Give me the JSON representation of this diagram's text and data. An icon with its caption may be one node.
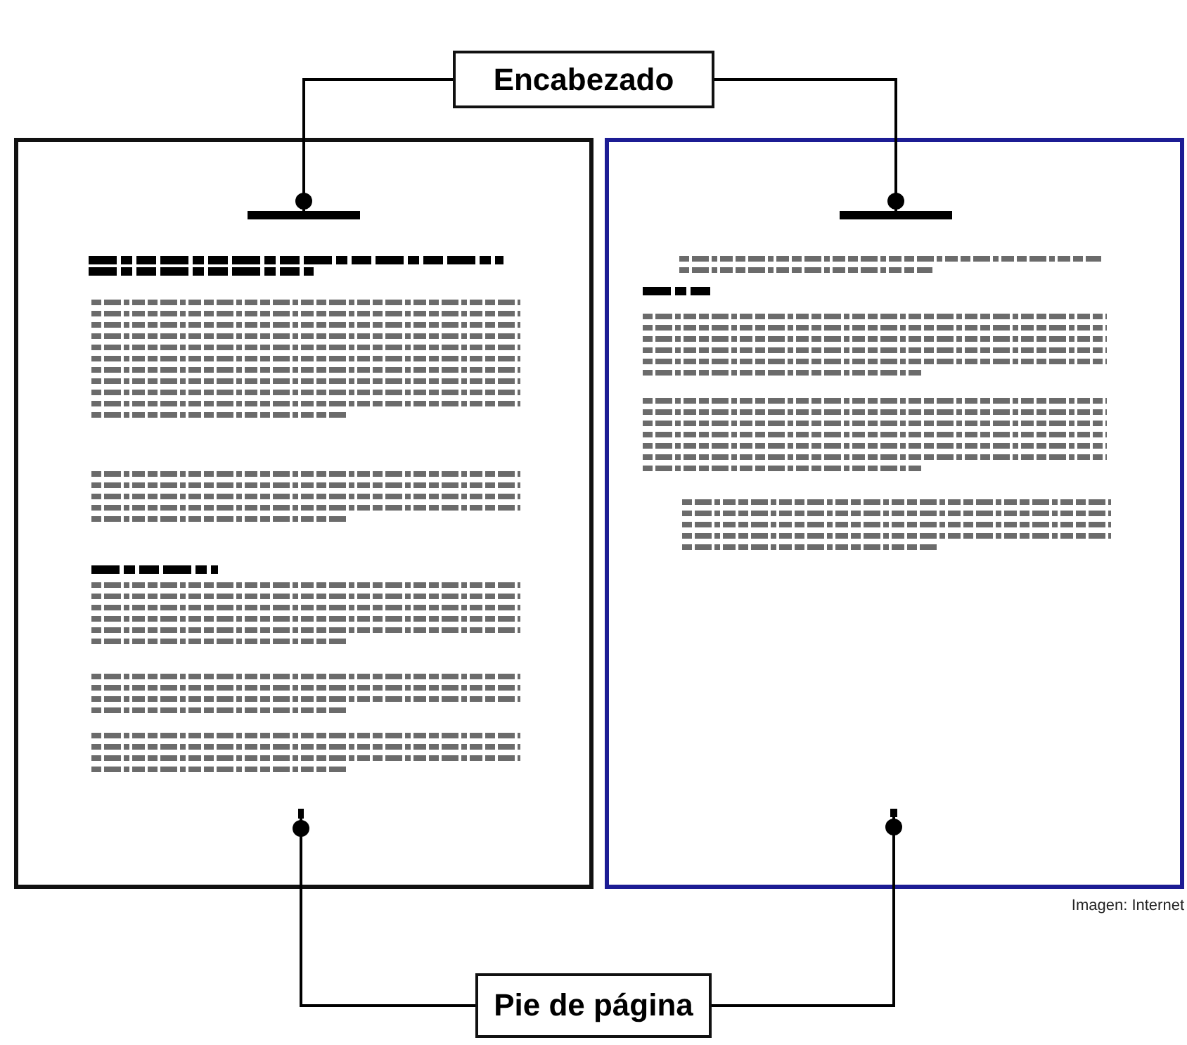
{
  "diagram": {
    "nodes": [
      {
        "text": [
          "Encabezado"
        ]
      },
      {
        "text": [],
        "shape": "box"
      },
      {
        "text": [],
        "shape": "bar",
        "in": 1
      },
      {
        "text": [],
        "shape": "box"
      },
      {
        "text": [],
        "shape": "bar",
        "in": 3
      },
      {
        "text": [],
        "shape": "bar",
        "in": 1
      },
      {
        "text": [],
        "shape": "bar",
        "in": 3
      },
      {
        "text": [
          "Pie de página"
        ]
      }
    ],
    "edges": [
      {
        "from": 0,
        "to": 2,
        "arrow": "other"
      },
      {
        "from": 0,
        "to": 4,
        "arrow": "other"
      },
      {
        "from": 7,
        "to": 5,
        "arrow": "other"
      },
      {
        "from": 7,
        "to": 6,
        "arrow": "other"
      }
    ],
    "labels": [
      "Imagen: Internet"
    ]
  }
}
